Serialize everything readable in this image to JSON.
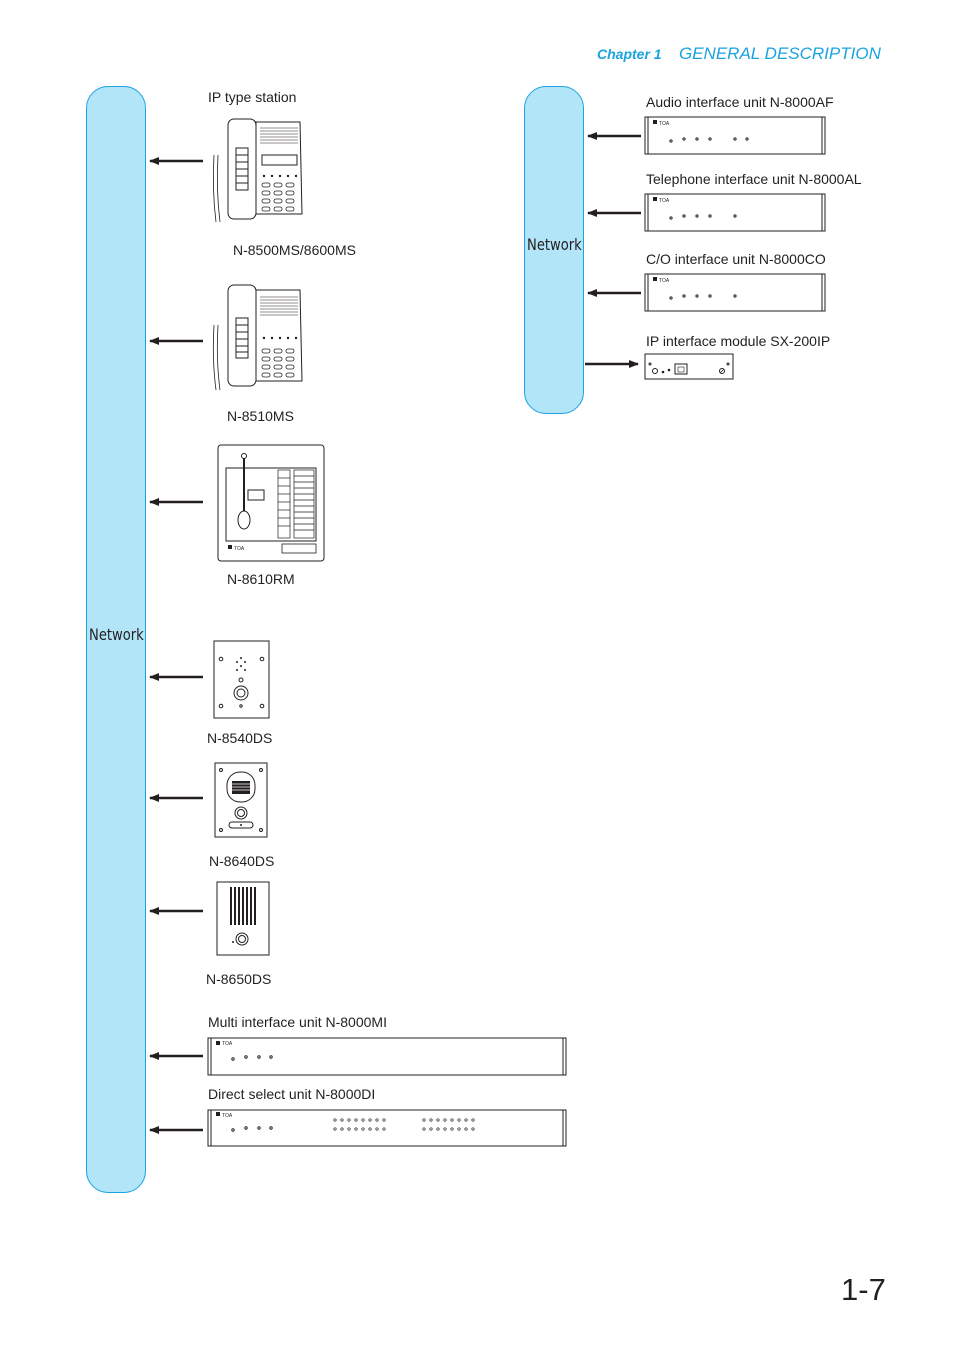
{
  "header": {
    "chapter": "Chapter 1",
    "section": "GENERAL DESCRIPTION"
  },
  "network_left": {
    "label": "Network"
  },
  "network_right": {
    "label": "Network"
  },
  "left_devices": {
    "group_title": "IP type station",
    "n8500": "N-8500MS/8600MS",
    "n8510": "N-8510MS",
    "n8610": "N-8610RM",
    "n8540": "N-8540DS",
    "n8640": "N-8640DS",
    "n8650": "N-8650DS",
    "mi": "Multi interface unit N-8000MI",
    "di": "Direct select unit N-8000DI"
  },
  "right_devices": {
    "af": "Audio interface unit N-8000AF",
    "al": "Telephone interface unit N-8000AL",
    "co": "C/O interface unit N-8000CO",
    "ip": "IP interface module SX-200IP"
  },
  "brand": "TOA",
  "page_number": "1-7",
  "colors": {
    "accent": "#1aa3e0",
    "network_fill": "#b3e5f9",
    "ink": "#231f20"
  }
}
